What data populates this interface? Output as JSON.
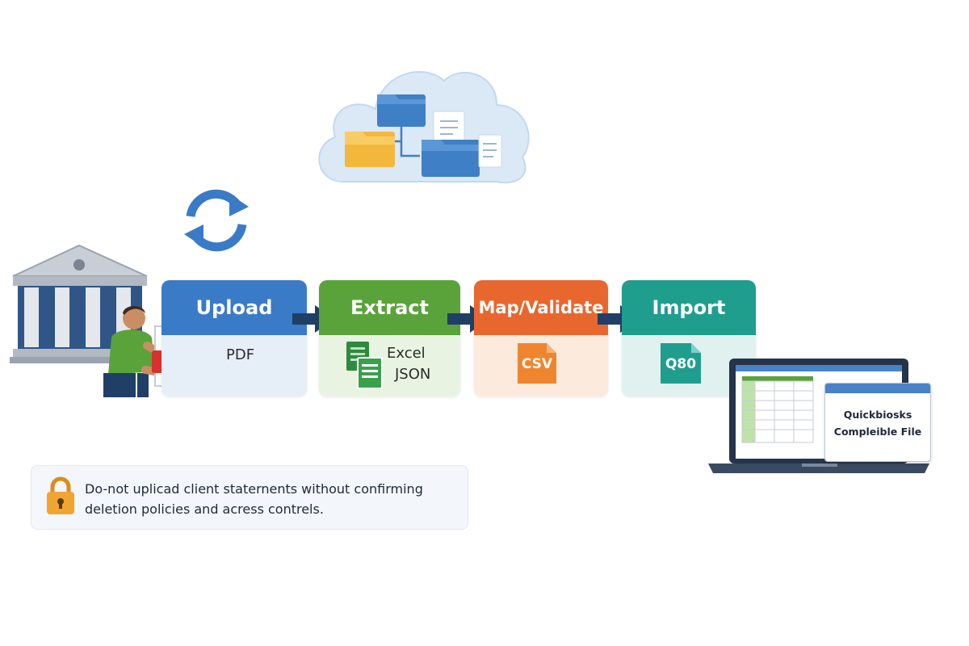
{
  "steps": [
    {
      "title": "Upload",
      "formats": [
        "PDF"
      ],
      "badge": "PDF"
    },
    {
      "title": "Extract",
      "formats": [
        "Excel",
        "JSON"
      ]
    },
    {
      "title": "Map/Validate",
      "badge": "CSV"
    },
    {
      "title": "Import",
      "badge": "Q80"
    }
  ],
  "laptop": {
    "file_label": "Quickbiosks\nCompleible File"
  },
  "warning": {
    "text": "Do-not uplicad client staternents without confirming deletion policies and acress contrels."
  },
  "colors": {
    "upload": "#3a7bc8",
    "extract": "#5aa33a",
    "map_validate": "#e8672e",
    "import": "#1f9e8e",
    "arrow": "#1f3f66",
    "lock": "#f0a531"
  },
  "icons": [
    "cloud-folders-icon",
    "sync-icon",
    "bank-icon",
    "person-icon",
    "pdf-file-icon",
    "excel-file-icon",
    "csv-file-icon",
    "qbo-file-icon",
    "laptop-icon",
    "lock-icon",
    "arrow-right-icon"
  ]
}
